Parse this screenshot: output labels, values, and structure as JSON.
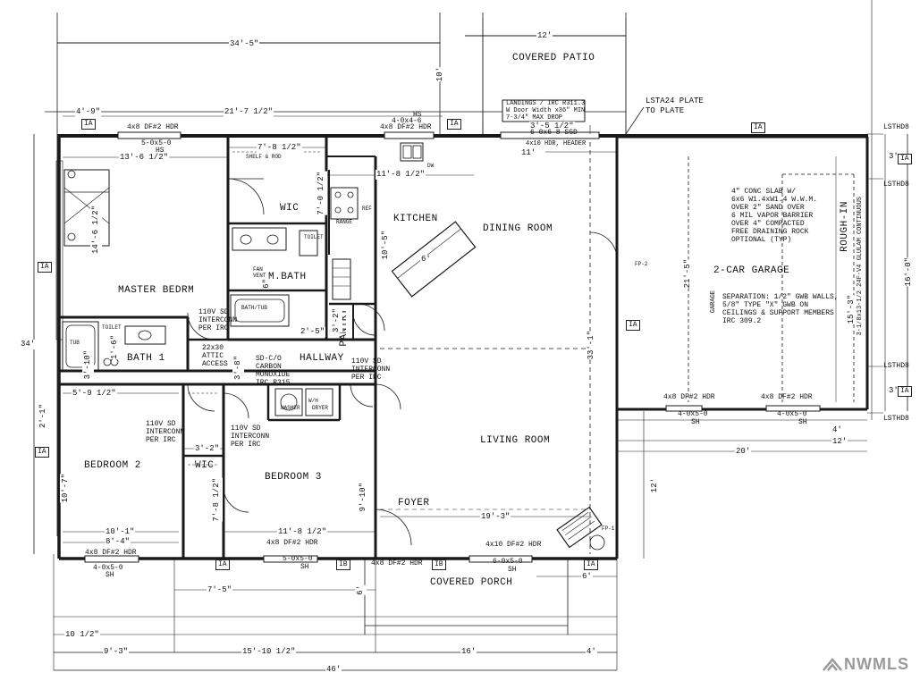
{
  "rooms": {
    "covered_patio": "COVERED PATIO",
    "kitchen": "KITCHEN",
    "dining_room": "DINING ROOM",
    "two_car_garage": "2-CAR GARAGE",
    "master_bedrm": "MASTER BEDRM",
    "m_bath": "M.BATH",
    "wic_master": "WIC",
    "pantry": "PANTRY",
    "bath_1": "BATH 1",
    "hallway": "HALLWAY",
    "living_room": "LIVING ROOM",
    "bedroom_2": "BEDROOM 2",
    "wic_bed3": "WIC",
    "bedroom_3": "BEDROOM 3",
    "foyer": "FOYER",
    "covered_porch": "COVERED PORCH",
    "rough_in": "ROUGH-IN"
  },
  "dimensions": {
    "top_overall": "34'-5\"",
    "patio_width": "12'",
    "patio_depth": "10'",
    "left_seg": "4'-9\"",
    "mid_seg": "21'-7 1/2\"",
    "patio_door": "3'-5 1/2\"",
    "kitchen_run": "11'-8 1/2\"",
    "master_width": "13'-6 1/2\"",
    "wic_width": "7'-8 1/2\"",
    "wic_depth": "7'-0 1/2\"",
    "master_depth": "14'-6 1/2\"",
    "kitchen_depth": "10'-5\"",
    "garage_depth": "21'-5\"",
    "garage_16": "16'-0\"",
    "garage_15": "15'-3\"",
    "overall_left": "34'",
    "dining_living": "33'-1\"",
    "pantry_d": "3'-2\"",
    "pantry_w": "2'-5\"",
    "hall_d": "3'-8\"",
    "bath_w": "5'-9 1/2\"",
    "bed2_offset": "2'-1\"",
    "bed2_depth": "10'-7\"",
    "closet_w": "3'-2\"",
    "wic_depth2": "7'-8 1/2\"",
    "bed3_depth": "9'-10\"",
    "bed2_width": "10'-1\"",
    "bed2_inner": "8'-4\"",
    "bed3_width": "11'-8 1/2\"",
    "living_width": "19'-3\"",
    "garage_20": "20'",
    "garage_12": "12'",
    "garage_4": "4'",
    "porch_12": "12'",
    "porch_6": "6'",
    "porch_depth": "6'",
    "porch_7": "7'-5\"",
    "left_10": "10 1/2\"",
    "bottom_9": "9'-3\"",
    "bottom_15": "15'-10 1/2\"",
    "bottom_16": "16'",
    "bottom_4": "4'",
    "bottom_overall": "46'",
    "lane_3a": "3'",
    "lane_3b": "3'",
    "plate_6": "6'",
    "bath_1_6": "1'-6\"",
    "bath_3_10": "3'-10\"",
    "kitchen_11": "11'",
    "m_bath_6": "6\"",
    "island_6": "6'"
  },
  "headers": {
    "h1": "4x8 DF#2 HDR",
    "h2": "4x8 DF#2 HDR",
    "h3": "4x8 DF#2 HDR",
    "h4": "4x8 DF#2 HDR",
    "h5": "4x8 DF#2 HDR",
    "h6": "4x10 DF#2 HDR",
    "h7": "4x8 DF#2 HDR",
    "h8": "4x10 HDR, HEADER"
  },
  "windows": {
    "w1": "5-0x5-0",
    "w1b": "HS",
    "w2": "4-0x4-6",
    "w2b": "HS",
    "w3": "6-0x6-8 SGD",
    "w4": "4-0x5-0",
    "w4b": "SH",
    "w5": "4-0x5-0",
    "w5b": "SH",
    "w6": "4-0x5-0",
    "w6b": "SH",
    "w7": "5-0x5-0",
    "w7b": "SH",
    "w8": "6-0x5-0",
    "w8b": "SH"
  },
  "tags": {
    "ia": "IA",
    "ib": "IB"
  },
  "annotations": {
    "landings_title": "LANDINGS / IRC R311.3",
    "landings_1": "W Door Width x36\" MIN",
    "landings_2": "7-3/4\" MAX DROP",
    "lsta24": "LSTA24 PLATE",
    "lsta24b": "TO PLATE",
    "lsthd8_1": "LSTHD8",
    "lsthd8_2": "LSTHD8",
    "lsthd8_3": "LSTHD8",
    "lsthd8_4": "LSTHD8",
    "slab_1": "4\" CONC SLAB W/",
    "slab_2": "6x6 W1.4xW1.4 W.W.M.",
    "slab_3": "OVER 2\" SAND OVER",
    "slab_4": "6 MIL VAPOR BARRIER",
    "slab_5": "OVER 4\" COMPACTED",
    "slab_6": "FREE DRAINING ROCK",
    "slab_7": "OPTIONAL  (TYP)",
    "sep_1": "SEPARATION: 1/2\" GWB WALLS,",
    "sep_2": "5/8\" TYPE \"X\" GWB ON",
    "sep_3": "CEILINGS & SUPPORT MEMBERS",
    "sep_4": "IRC 309.2",
    "glulam": "3-1/8x13-1/2 24F-V4 GLULAM CONTINUOUS",
    "garage_side": "GARAGE",
    "smoke_1": "110V SD",
    "smoke_2": "INTERCONN",
    "smoke_3": "PER IRC",
    "attic_1": "22x30",
    "attic_2": "ATTIC",
    "attic_3": "ACCESS",
    "co_1": "SD-C/O",
    "co_2": "CARBON",
    "co_3": "MONOXIDE",
    "co_4": "IRC R315",
    "toilet": "TOILET",
    "tub": "TUB",
    "fan": "FAN",
    "vent": "VENT",
    "washer": "WASHER",
    "dryer": "DRYER",
    "wh": "W/H",
    "ref": "REF",
    "dw": "DW",
    "range": "RANGE",
    "closet_rod": "SHELF & ROD",
    "bath_tub": "BATH/TUB",
    "fp": "FP-1",
    "fp2": "FP-2"
  },
  "watermark": "NWMLS"
}
